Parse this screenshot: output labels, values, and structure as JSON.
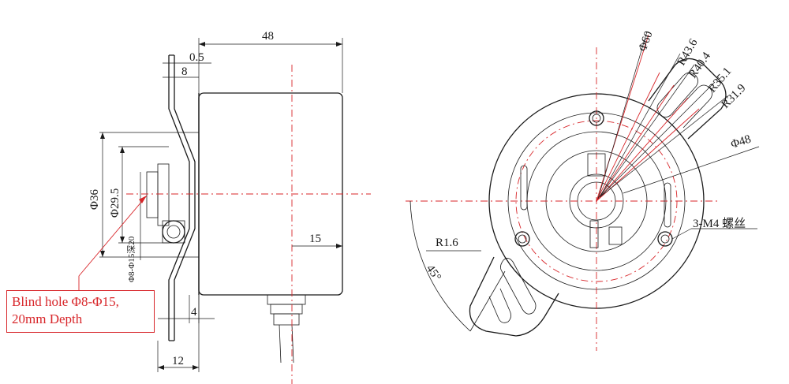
{
  "side_view": {
    "dim_overall_length": "48",
    "dim_flange_thickness": "0.5",
    "dim_flange_offset": "8",
    "dim_body_diameter": "Φ36",
    "dim_hole_diameter": "Φ29.5",
    "dim_blind_hole": "Φ8-Φ15深20",
    "dim_cable_offset": "15",
    "dim_bottom_gap": "4",
    "dim_bottom_width": "12"
  },
  "front_view": {
    "dim_outer_diameter": "Φ60",
    "dim_slot_r1": "R43.6",
    "dim_slot_r2": "R40.4",
    "dim_slot_r3": "R35.1",
    "dim_slot_r4": "R31.9",
    "dim_body_diameter": "Φ48",
    "dim_corner_radius": "R1.6",
    "dim_angle": "45°",
    "dim_threaded_holes": "3-M4 螺丝"
  },
  "callout": {
    "line1": "Blind hole Φ8-Φ15,",
    "line2": "20mm Depth",
    "color": "#d8262a"
  }
}
